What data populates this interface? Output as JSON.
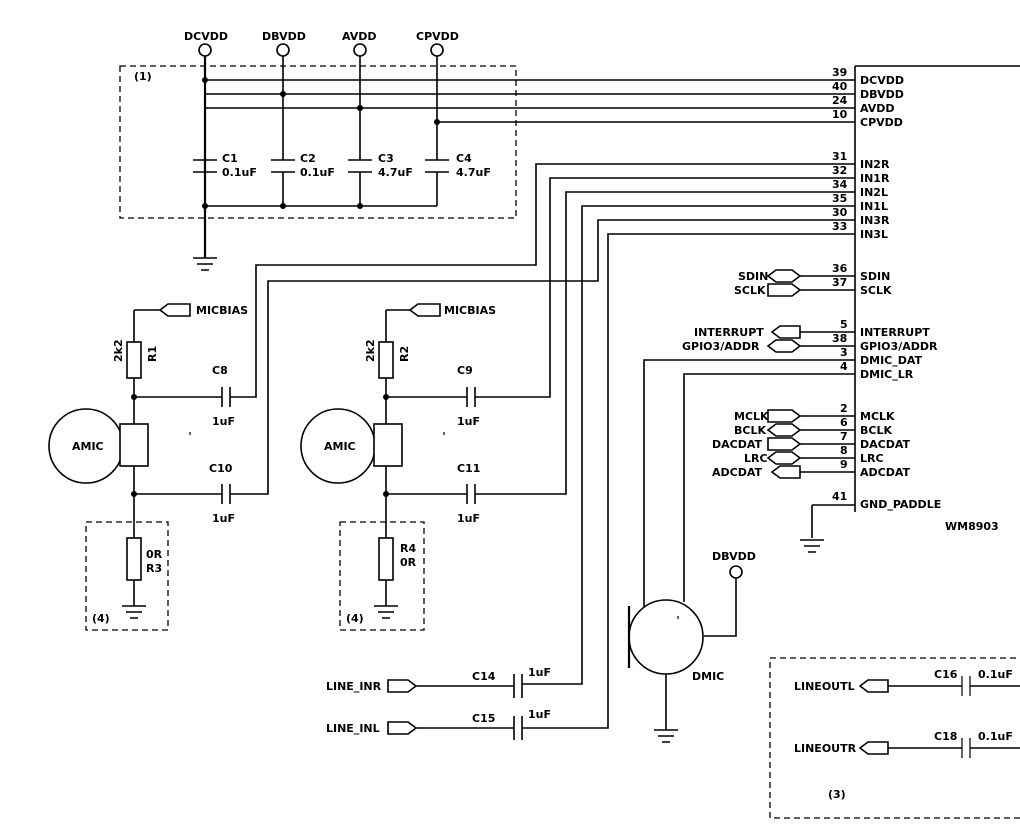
{
  "supplies": {
    "dcvdd": "DCVDD",
    "dbvdd": "DBVDD",
    "avdd": "AVDD",
    "cpvdd": "CPVDD"
  },
  "boxes": {
    "b1": "(1)",
    "b3": "(3)",
    "b4a": "(4)",
    "b4b": "(4)"
  },
  "decoupling": {
    "c1": {
      "ref": "C1",
      "value": "0.1uF"
    },
    "c2": {
      "ref": "C2",
      "value": "0.1uF"
    },
    "c3": {
      "ref": "C3",
      "value": "4.7uF"
    },
    "c4": {
      "ref": "C4",
      "value": "4.7uF"
    }
  },
  "chip": {
    "name": "WM8903",
    "pins": {
      "p39": {
        "num": "39",
        "name": "DCVDD"
      },
      "p40": {
        "num": "40",
        "name": "DBVDD"
      },
      "p24": {
        "num": "24",
        "name": "AVDD"
      },
      "p10": {
        "num": "10",
        "name": "CPVDD"
      },
      "p31": {
        "num": "31",
        "name": "IN2R"
      },
      "p32": {
        "num": "32",
        "name": "IN1R"
      },
      "p34": {
        "num": "34",
        "name": "IN2L"
      },
      "p35": {
        "num": "35",
        "name": "IN1L"
      },
      "p30": {
        "num": "30",
        "name": "IN3R"
      },
      "p33": {
        "num": "33",
        "name": "IN3L"
      },
      "p36": {
        "num": "36",
        "name": "SDIN"
      },
      "p37": {
        "num": "37",
        "name": "SCLK"
      },
      "p5": {
        "num": "5",
        "name": "INTERRUPT"
      },
      "p38": {
        "num": "38",
        "name": "GPIO3/ADDR"
      },
      "p3": {
        "num": "3",
        "name": "DMIC_DAT"
      },
      "p4": {
        "num": "4",
        "name": "DMIC_LR"
      },
      "p2": {
        "num": "2",
        "name": "MCLK"
      },
      "p6": {
        "num": "6",
        "name": "BCLK"
      },
      "p7": {
        "num": "7",
        "name": "DACDAT"
      },
      "p8": {
        "num": "8",
        "name": "LRC"
      },
      "p9": {
        "num": "9",
        "name": "ADCDAT"
      },
      "p41": {
        "num": "41",
        "name": "GND_PADDLE"
      }
    }
  },
  "ports": {
    "sdin": "SDIN",
    "sclk": "SCLK",
    "interrupt": "INTERRUPT",
    "gpio3": "GPIO3/ADDR",
    "mclk": "MCLK",
    "bclk": "BCLK",
    "dacdat": "DACDAT",
    "lrc": "LRC",
    "adcdat": "ADCDAT",
    "micbias1": "MICBIAS",
    "micbias2": "MICBIAS",
    "line_inr": "LINE_INR",
    "line_inl": "LINE_INL",
    "lineoutl": "LINEOUTL",
    "lineoutr": "LINEOUTR",
    "dmic_supply": "DBVDD"
  },
  "mic1": {
    "label": "AMIC",
    "r1": {
      "ref": "R1",
      "value": "2k2"
    },
    "r3": {
      "ref": "R3",
      "value": "0R"
    },
    "c8": {
      "ref": "C8",
      "value": "1uF"
    },
    "c10": {
      "ref": "C10",
      "value": "1uF"
    }
  },
  "mic2": {
    "label": "AMIC",
    "r2": {
      "ref": "R2",
      "value": "2k2"
    },
    "r4": {
      "ref": "R4",
      "value": "0R"
    },
    "c9": {
      "ref": "C9",
      "value": "1uF"
    },
    "c11": {
      "ref": "C11",
      "value": "1uF"
    }
  },
  "dmic": {
    "label": "DMIC"
  },
  "line_in": {
    "c14": {
      "ref": "C14",
      "value": "1uF"
    },
    "c15": {
      "ref": "C15",
      "value": "1uF"
    }
  },
  "line_out": {
    "c16": {
      "ref": "C16",
      "value": "0.1uF"
    },
    "c18": {
      "ref": "C18",
      "value": "0.1uF"
    }
  }
}
